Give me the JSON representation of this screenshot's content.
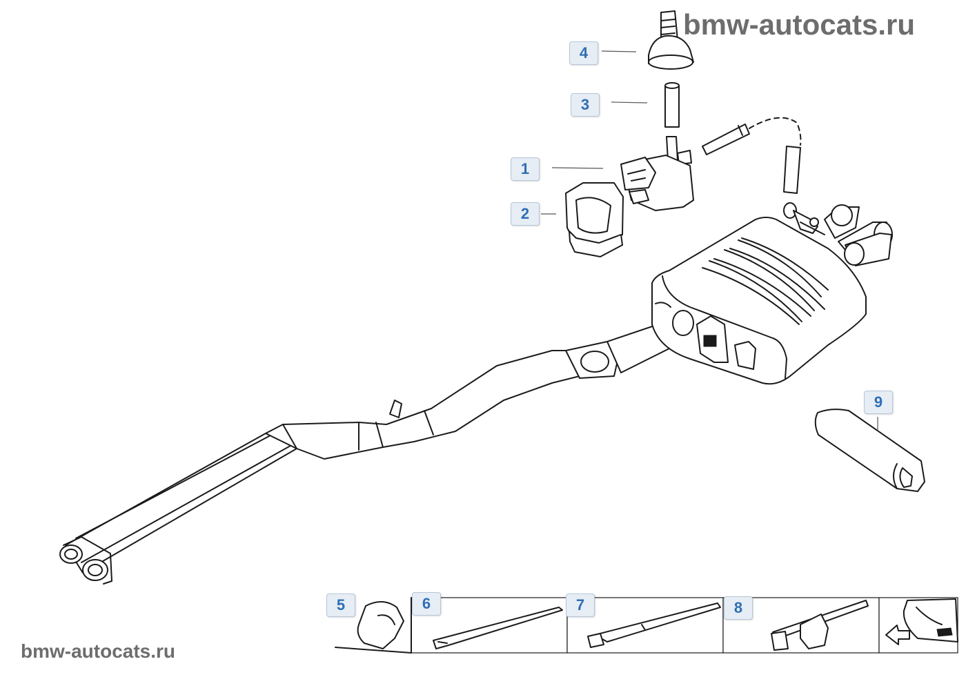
{
  "watermark": {
    "top": "bmw-autocats.ru",
    "bottom": "bmw-autocats.ru"
  },
  "callouts": [
    {
      "id": "1",
      "label": "1"
    },
    {
      "id": "2",
      "label": "2"
    },
    {
      "id": "3",
      "label": "3"
    },
    {
      "id": "4",
      "label": "4"
    },
    {
      "id": "5",
      "label": "5"
    },
    {
      "id": "6",
      "label": "6"
    },
    {
      "id": "7",
      "label": "7"
    },
    {
      "id": "8",
      "label": "8"
    },
    {
      "id": "9",
      "label": "9"
    }
  ],
  "colors": {
    "callout_text": "#2f6fb3",
    "callout_bg": "#e6edf5",
    "line": "#1a1a1a",
    "watermark": "#6d6d6d"
  }
}
